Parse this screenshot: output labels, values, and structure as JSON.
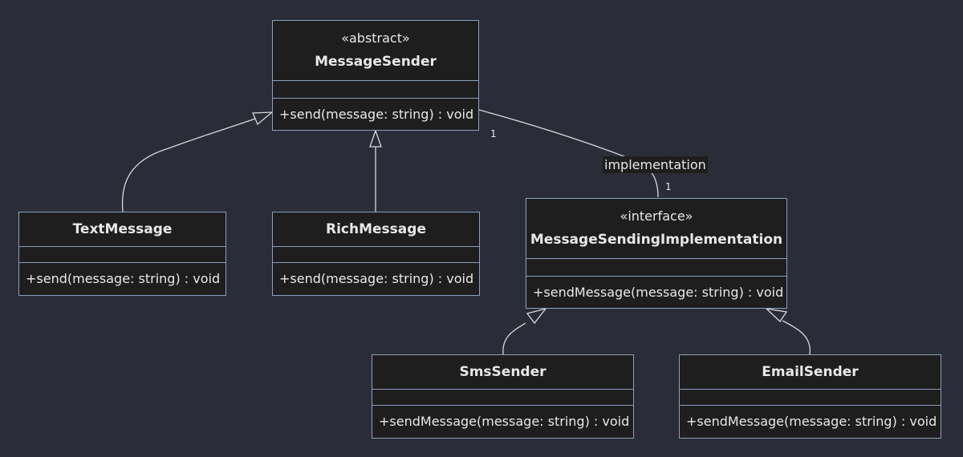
{
  "classes": {
    "message_sender": {
      "stereotype": "«abstract»",
      "name": "MessageSender",
      "operation": "+send(message: string) : void"
    },
    "text_message": {
      "name": "TextMessage",
      "operation": "+send(message: string) : void"
    },
    "rich_message": {
      "name": "RichMessage",
      "operation": "+send(message: string) : void"
    },
    "message_sending_implementation": {
      "stereotype": "«interface»",
      "name": "MessageSendingImplementation",
      "operation": "+sendMessage(message: string) : void"
    },
    "sms_sender": {
      "name": "SmsSender",
      "operation": "+sendMessage(message: string) : void"
    },
    "email_sender": {
      "name": "EmailSender",
      "operation": "+sendMessage(message: string) : void"
    }
  },
  "association": {
    "label": "implementation",
    "source_multiplicity": "1",
    "target_multiplicity": "1"
  },
  "colors": {
    "background": "#2a2d38",
    "box_fill": "#1e1e1e",
    "box_border": "#8aa0bd",
    "text": "#e8e8e8",
    "line": "#d8d8d8"
  }
}
